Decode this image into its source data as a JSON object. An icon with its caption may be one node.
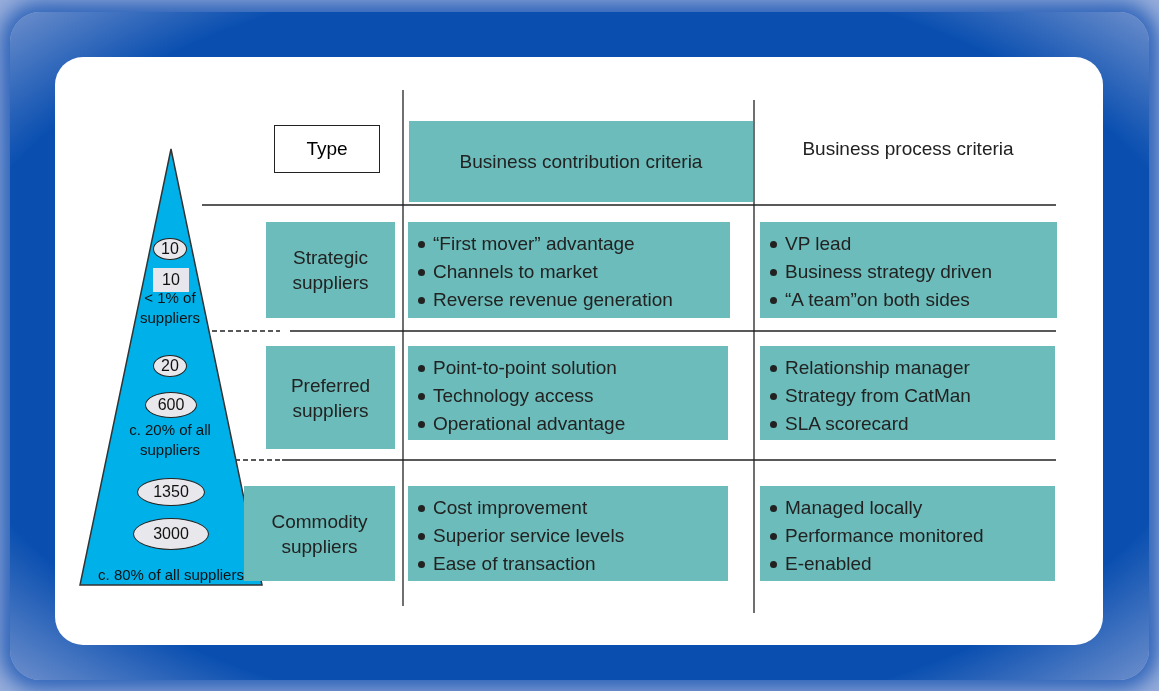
{
  "diagram": {
    "nodes": [
      {
        "text": [
          "< 1% of suppliers",
          "c. 20% of all suppliers",
          "c. 80% of all suppliers"
        ]
      },
      {
        "text": [
          "10"
        ],
        "in": 0
      },
      {
        "text": [
          "10"
        ],
        "in": 0
      },
      {
        "text": [
          "20"
        ],
        "in": 0
      },
      {
        "text": [
          "600"
        ],
        "in": 0
      },
      {
        "text": [
          "1350"
        ],
        "in": 0
      },
      {
        "text": [
          "3000"
        ],
        "in": 0
      },
      {
        "text": [
          "Type"
        ]
      },
      {
        "text": [
          "Business contribution criteria"
        ]
      },
      {
        "text": [
          "Strategic suppliers"
        ]
      },
      {
        "text": [
          "“First mover” advantage",
          "Channels to market",
          "Reverse revenue generation"
        ]
      },
      {
        "text": [
          "VP lead",
          "Business strategy driven",
          "“A team”on both sides"
        ]
      },
      {
        "text": [
          "Preferred suppliers"
        ]
      },
      {
        "text": [
          "Point-to-point solution",
          "Technology access",
          "Operational advantage"
        ]
      },
      {
        "text": [
          "Relationship manager",
          "Strategy from CatMan",
          "SLA scorecard"
        ]
      },
      {
        "text": [
          "Commodity suppliers"
        ]
      },
      {
        "text": [
          "Cost improvement",
          "Superior service levels",
          "Ease of transaction"
        ]
      },
      {
        "text": [
          "Managed locally",
          "Performance monitored",
          "E-enabled"
        ]
      }
    ],
    "labels": [
      "Business process criteria"
    ]
  }
}
